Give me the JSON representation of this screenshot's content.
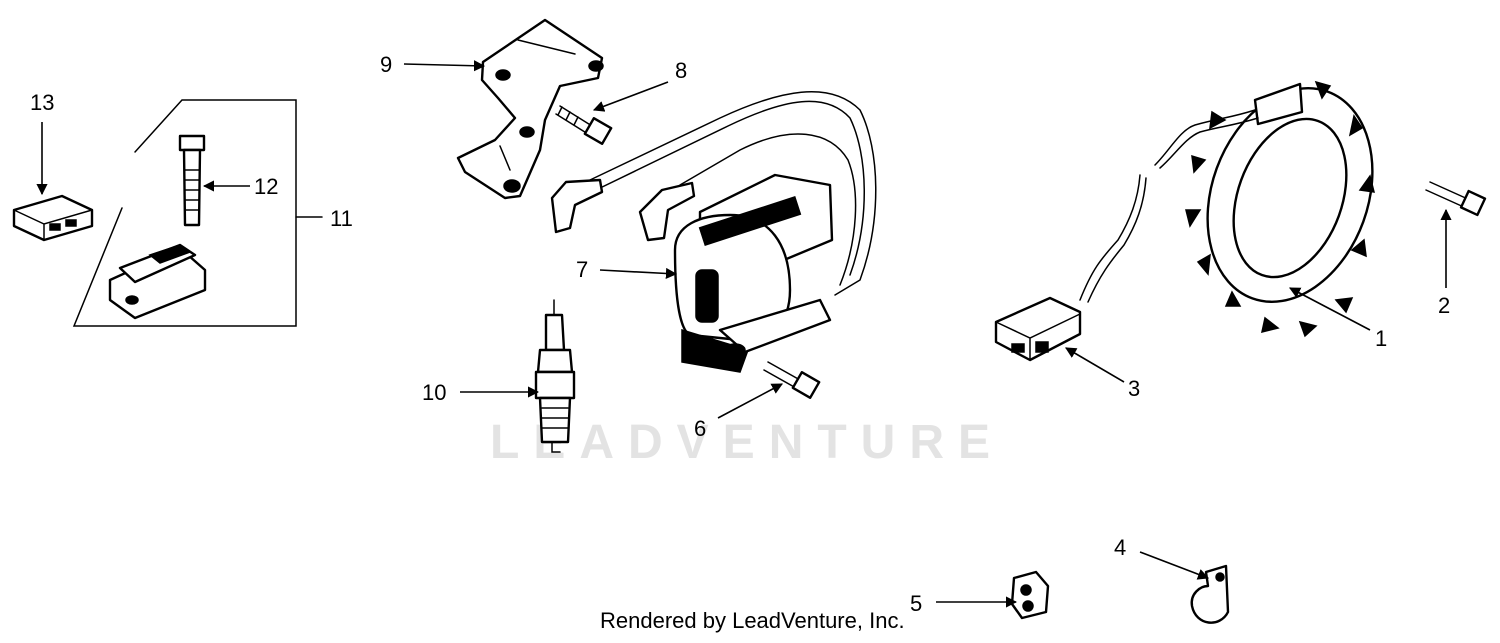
{
  "watermark": "LEADVENTURE",
  "credit": "Rendered by LeadVenture, Inc.",
  "callouts": {
    "p1": "1",
    "p2": "2",
    "p3": "3",
    "p4": "4",
    "p5": "5",
    "p6": "6",
    "p7": "7",
    "p8": "8",
    "p9": "9",
    "p10": "10",
    "p11": "11",
    "p12": "12",
    "p13": "13"
  }
}
